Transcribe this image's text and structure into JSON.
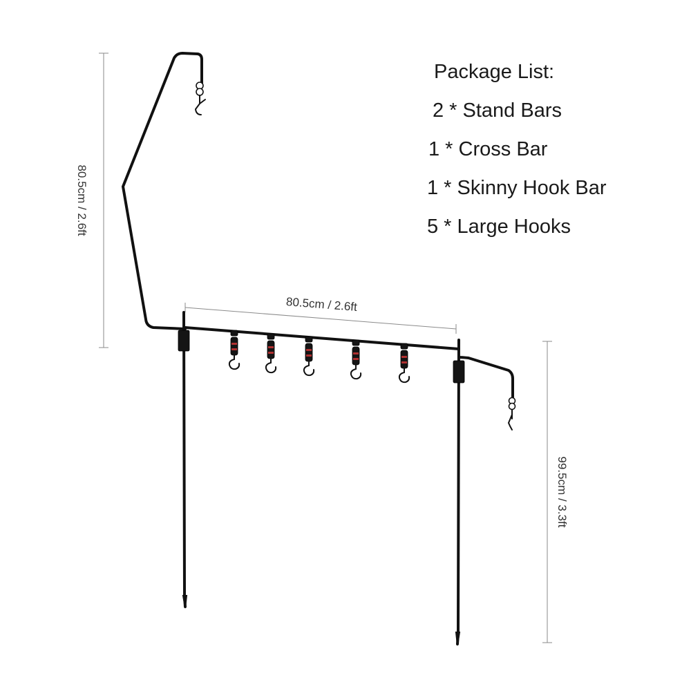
{
  "package_list": {
    "title": "Package List:",
    "items": [
      "2 * Stand Bars",
      "1 * Cross Bar",
      "1 * Skinny Hook Bar",
      "5 * Large Hooks"
    ]
  },
  "dimensions": {
    "left_height": "80.5cm / 2.6ft",
    "width": "80.5cm / 2.6ft",
    "right_height": "99.5cm / 3.3ft"
  },
  "colors": {
    "metal": "#111111",
    "hook_band": "#b03030",
    "dimension_line": "#8a8a8a"
  },
  "hook_count": 5
}
